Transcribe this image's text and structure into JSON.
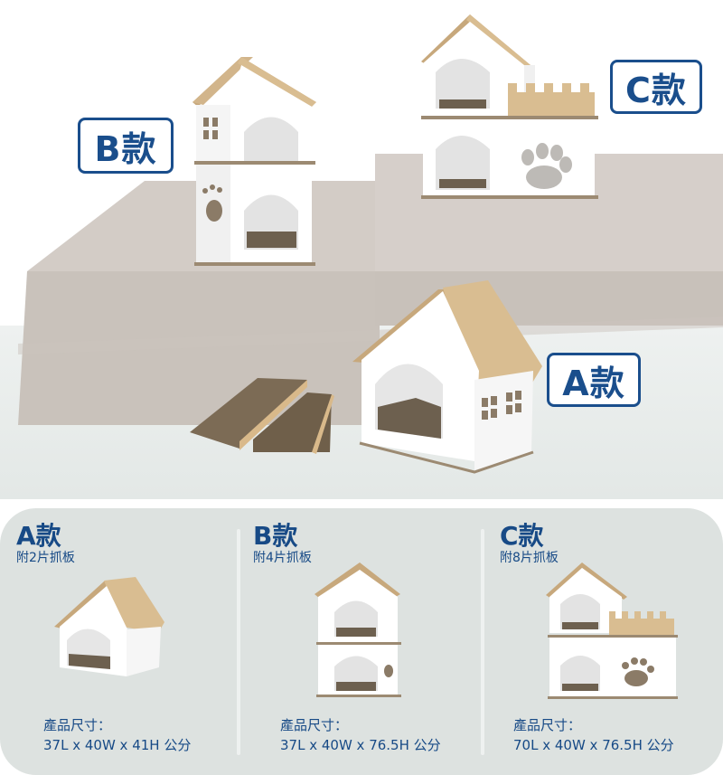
{
  "hero": {
    "badges": [
      {
        "id": "B",
        "label": "B款"
      },
      {
        "id": "C",
        "label": "C款"
      },
      {
        "id": "A",
        "label": "A款"
      }
    ]
  },
  "products": [
    {
      "title": "A款",
      "subtitle": "附2片抓板",
      "size_label": "產品尺寸：",
      "size": "37L x 40W x 41H 公分"
    },
    {
      "title": "B款",
      "subtitle": "附4片抓板",
      "size_label": "產品尺寸：",
      "size": "37L x 40W x 76.5H 公分"
    },
    {
      "title": "C款",
      "subtitle": "附8片抓板",
      "size_label": "產品尺寸：",
      "size": "70L x 40W x 76.5H 公分"
    }
  ],
  "colors": {
    "brand_blue": "#1a4e8c",
    "panel_bg": "#dde2e0",
    "roof_wood": "#d9b98a",
    "cardboard": "#7a6a55"
  }
}
